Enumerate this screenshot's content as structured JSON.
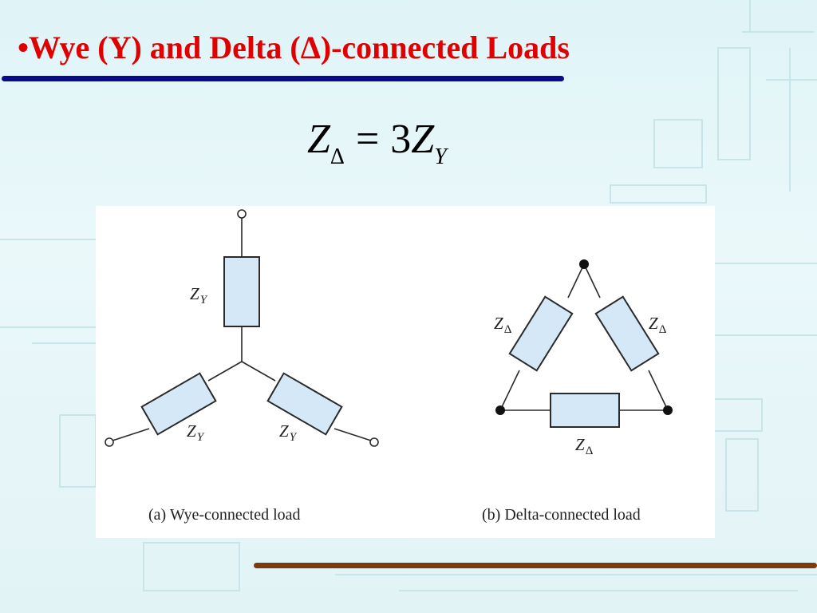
{
  "slide": {
    "title": "•Wye (Y) and Delta (Δ)-connected Loads",
    "colors": {
      "title": "#e00000",
      "top_rule": "#0a0a8c",
      "bottom_rule": "#7a3b10",
      "resistor_fill": "#d4e8f8"
    }
  },
  "equation": {
    "lhs_var": "Z",
    "lhs_sub": "Δ",
    "operator": "=",
    "rhs_coef": "3",
    "rhs_var": "Z",
    "rhs_sub": "Y"
  },
  "figure": {
    "wye": {
      "caption": "(a) Wye-connected load",
      "labels": [
        {
          "var": "Z",
          "sub": "Y"
        },
        {
          "var": "Z",
          "sub": "Y"
        },
        {
          "var": "Z",
          "sub": "Y"
        }
      ]
    },
    "delta": {
      "caption": "(b) Delta-connected load",
      "labels": [
        {
          "var": "Z",
          "sub": "Δ"
        },
        {
          "var": "Z",
          "sub": "Δ"
        },
        {
          "var": "Z",
          "sub": "Δ"
        }
      ]
    }
  }
}
